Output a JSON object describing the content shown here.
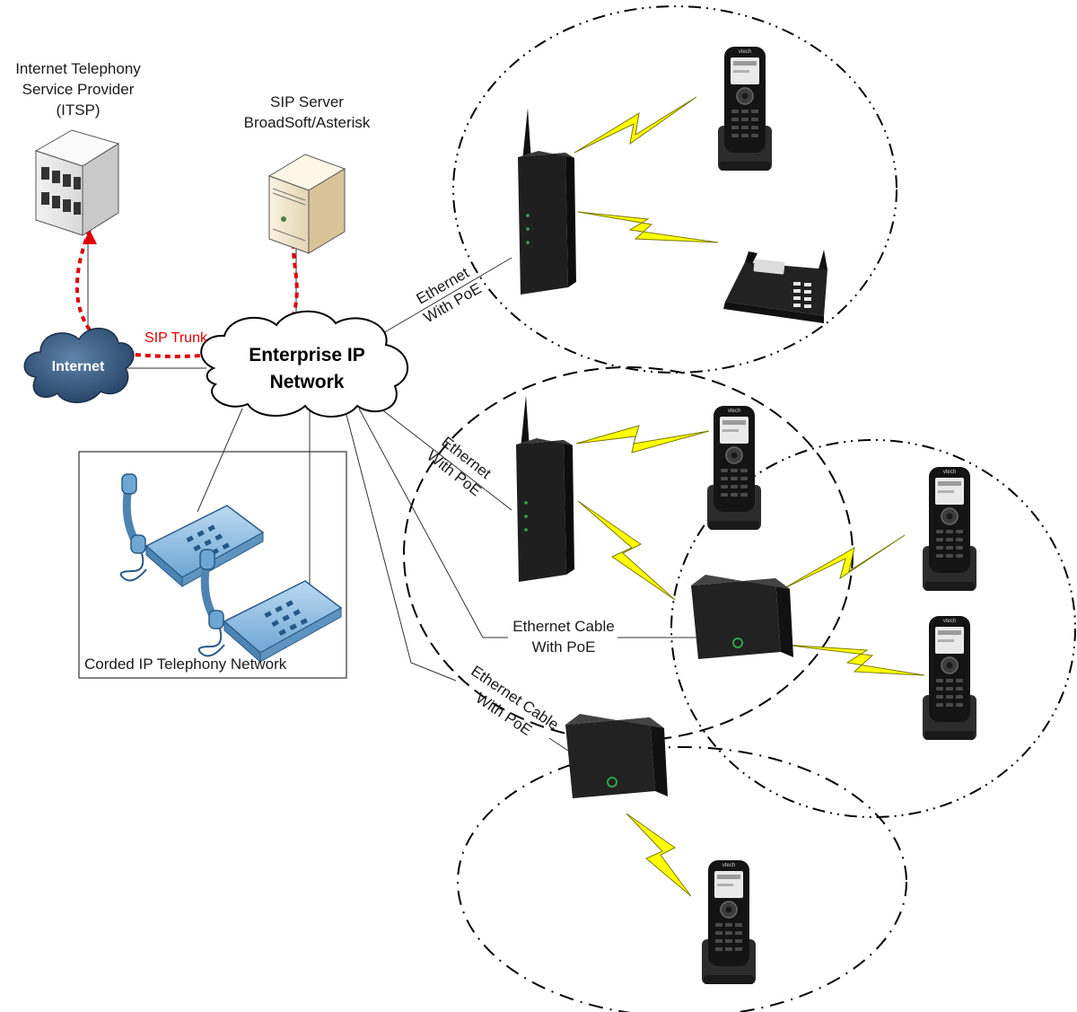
{
  "labels": {
    "itsp": [
      "Internet Telephony",
      "Service Provider",
      "(ITSP)"
    ],
    "sip_server": [
      "SIP Server",
      "BroadSoft/Asterisk"
    ],
    "sip_trunk": "SIP Trunk",
    "internet": "Internet",
    "enterprise": [
      "Enterprise IP",
      "Network"
    ],
    "corded": "Corded IP Telephony Network",
    "eth_poe_1": [
      "Ethernet",
      "With PoE"
    ],
    "eth_poe_2": [
      "Ethernet",
      "With PoE"
    ],
    "eth_cable_1": [
      "Ethernet Cable",
      "With PoE"
    ],
    "eth_cable_2": [
      "Ethernet Cable",
      "With PoE"
    ]
  },
  "device_brand": "vtech",
  "colors": {
    "sip_trunk": "#e00000",
    "lightning": "#ffff00",
    "internet_cloud": "#2f4f73",
    "device_dark": "#1e1e1e",
    "desk_phone": "#7fb4df"
  }
}
